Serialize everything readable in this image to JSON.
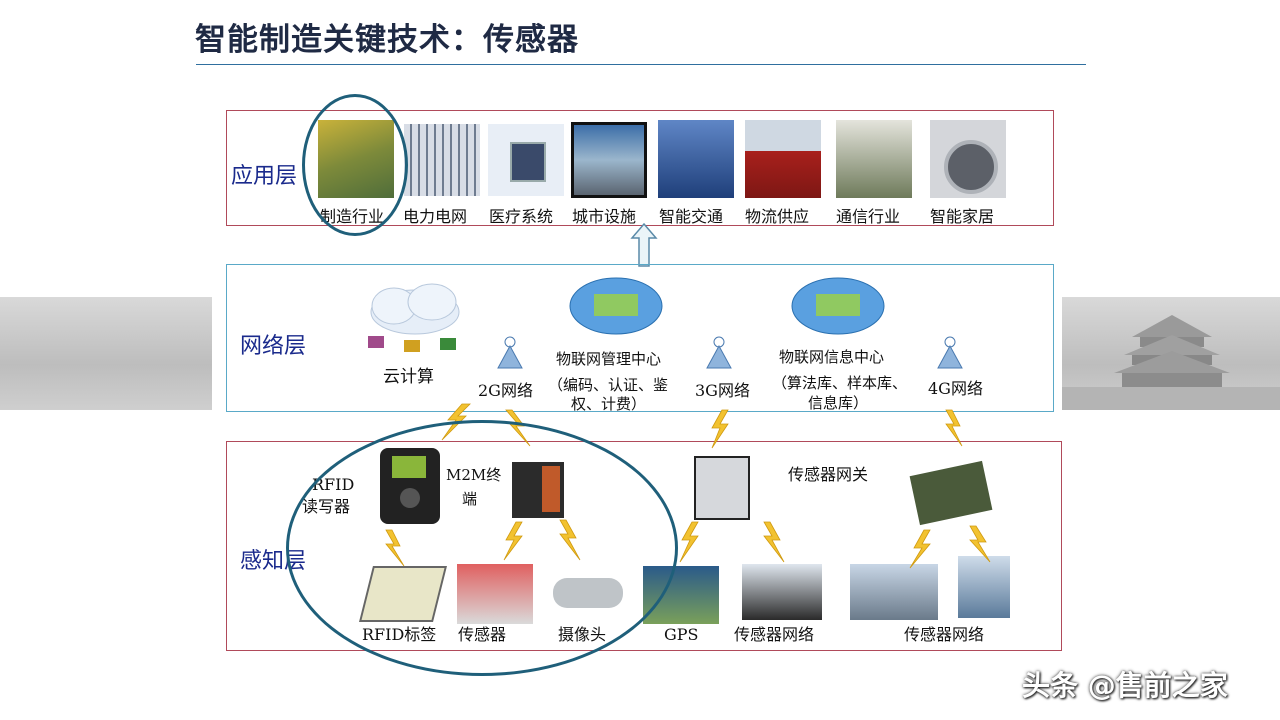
{
  "title": "智能制造关键技术：传感器",
  "layers": {
    "app": "应用层",
    "net": "网络层",
    "sense": "感知层"
  },
  "app_items": [
    "制造行业",
    "电力电网",
    "医疗系统",
    "城市设施",
    "智能交通",
    "物流供应",
    "通信行业",
    "智能家居"
  ],
  "net": {
    "cloud": "云计算",
    "g2": "2G网络",
    "iot_mgmt_line1": "物联网管理中心",
    "iot_mgmt_line2": "（编码、认证、鉴",
    "iot_mgmt_line3": "权、计费）",
    "g3": "3G网络",
    "iot_info_line1": "物联网信息中心",
    "iot_info_line2": "（算法库、样本库、",
    "iot_info_line3": "信息库）",
    "g4": "4G网络"
  },
  "sense": {
    "rfid_rw_line1": "RFID",
    "rfid_rw_line2": "读写器",
    "m2m_line1": "M2M终",
    "m2m_line2": "端",
    "gateway": "传感器网关",
    "rfid_tag": "RFID标签",
    "sensor": "传感器",
    "camera": "摄像头",
    "gps": "GPS",
    "sensor_net1": "传感器网络",
    "sensor_net2": "传感器网络"
  },
  "watermark": "头条 @售前之家"
}
